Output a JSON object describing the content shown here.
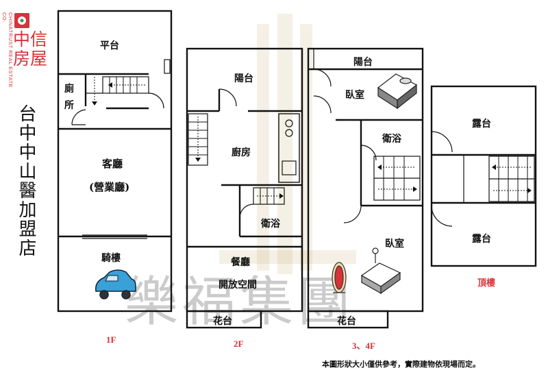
{
  "logo": {
    "name": "中信房屋",
    "english": "CHINATRUST REAL ESTATE CO.",
    "color": "#d8323a"
  },
  "store_name": "台中中山醫加盟店",
  "watermark": "樂福集團",
  "floors": {
    "f1": {
      "label": "1F",
      "rooms": {
        "platform": "平台",
        "toilet": "廁所",
        "living": "客廳",
        "business": "(營業廳)",
        "arcade": "騎樓"
      }
    },
    "f2": {
      "label": "2F",
      "rooms": {
        "balcony": "陽台",
        "kitchen": "廚房",
        "bath": "衛浴",
        "dining": "餐廳",
        "open_space": "開放空間",
        "planter": "花台"
      }
    },
    "f34": {
      "label": "3、4F",
      "rooms": {
        "balcony": "陽台",
        "bedroom1": "臥室",
        "bath": "衛浴",
        "bedroom2": "臥室",
        "planter": "花台"
      }
    },
    "roof": {
      "label": "頂樓",
      "rooms": {
        "terrace1": "露台",
        "terrace2": "露台"
      }
    }
  },
  "footnote": "本圖形狀大小僅供參考，實際建物依現場而定。"
}
